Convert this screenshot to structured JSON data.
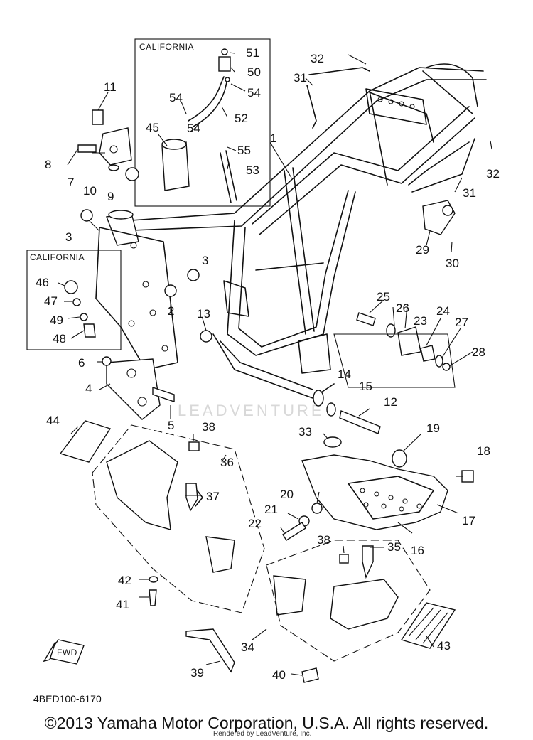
{
  "diagram": {
    "callouts": [
      "1",
      "2",
      "3",
      "3",
      "4",
      "5",
      "6",
      "7",
      "8",
      "9",
      "10",
      "11",
      "12",
      "13",
      "14",
      "15",
      "16",
      "17",
      "18",
      "19",
      "20",
      "21",
      "22",
      "23",
      "24",
      "25",
      "26",
      "27",
      "28",
      "29",
      "30",
      "31",
      "31",
      "32",
      "32",
      "33",
      "34",
      "35",
      "36",
      "37",
      "38",
      "38",
      "39",
      "40",
      "41",
      "42",
      "43",
      "44",
      "45",
      "46",
      "47",
      "48",
      "49",
      "50",
      "51",
      "52",
      "53",
      "54",
      "54",
      "54",
      "55"
    ],
    "california_box_upper": "CALIFORNIA",
    "california_box_left": "CALIFORNIA",
    "fwd_label": "FWD",
    "part_code": "4BED100-6170",
    "watermark": "LEADVENTURE"
  },
  "footer": {
    "copyright": "©2013 Yamaha Motor Corporation, U.S.A. All rights reserved.",
    "rendered_by": "Rendered by LeadVenture, Inc."
  }
}
